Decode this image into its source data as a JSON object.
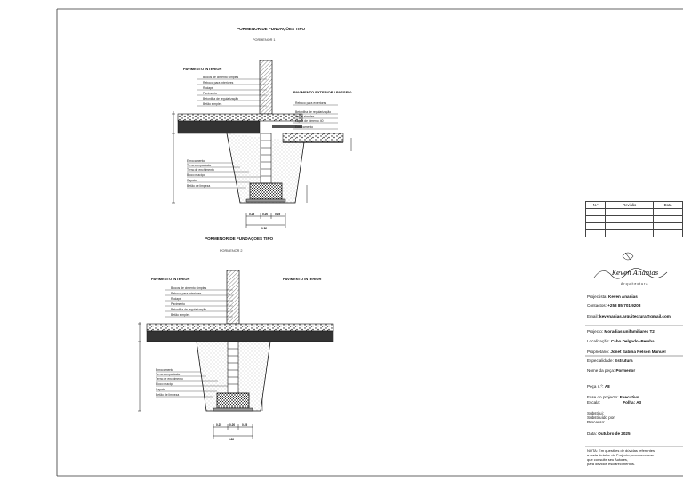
{
  "detail1": {
    "title": "PORMENOR DE FUNDAÇÕES TIPO",
    "subtitle": "PORMENOR 1",
    "left_head": "PAVIMENTO INTERIOR",
    "right_head": "PAVIMENTO EXTERIOR / PASSEIO",
    "left_labels": [
      "Blocos de cimento simples",
      "Reboco para interiores",
      "Rodapé",
      "Pavimento",
      "Betonilha de regularização",
      "Betão simples"
    ],
    "right_labels": [
      "Reboco para exteriores",
      "Betonilha de regularização",
      "Betão simples",
      "Lajeta de cimento 40",
      "Enrocamento"
    ],
    "low_labels": [
      "Enrocamento",
      "Terra compactada",
      "Terra de enchimento",
      "Bloco maciço",
      "Sapata",
      "Betão de limpeza"
    ],
    "dims_bottom": [
      "0.25",
      "0.20",
      "0.25"
    ],
    "dim_total": "0.80"
  },
  "detail2": {
    "title": "PORMENOR DE FUNDAÇÕES TIPO",
    "subtitle": "PORMENOR 2",
    "left_head": "PAVIMENTO INTERIOR",
    "right_head": "PAVIMENTO INTERIOR",
    "left_labels": [
      "Blocos de cimento simples",
      "Reboco para interiores",
      "Rodapé",
      "Pavimento",
      "Betonilha de regularização",
      "Betão simples"
    ],
    "low_labels": [
      "Enrocamento",
      "Terra compactada",
      "Terra de enchimento",
      "Bloco maciço",
      "Sapata",
      "Betão de limpeza"
    ],
    "dims_bottom": [
      "0.25",
      "0.20",
      "0.25"
    ],
    "dim_total": "0.80"
  },
  "title_block": {
    "rev_headers": [
      "N.º",
      "Revisão",
      "Data"
    ],
    "signature": "Keven Ananias",
    "signature_sub": "Arquitectura",
    "projectist_label": "Projectista:",
    "projectist": "Keven Ananias",
    "contacts_label": "Contactos:",
    "contacts": "+258 85 701 9203",
    "email_label": "Email:",
    "email": "kevenanias.arquitectura@gmail.com",
    "project_label": "Projecto:",
    "project": "Moradias unifamiliares T2",
    "location_label": "Localização:",
    "location": "Cabo Delgado -Pemba",
    "owner_label": "Proprietário:",
    "owner": "Jonet Sabina Nelson Manuel",
    "specialty_label": "Especialidade:",
    "specialty": "Estrutura",
    "piece_name_label": "Nome da peça:",
    "piece_name": "Pormenor",
    "piece_no_label": "Peça n.º:",
    "piece_no": "A8",
    "phase_label": "Fase do projecto:",
    "phase": "Executivo",
    "scale_label": "Escala:",
    "scale": "Folha: A3",
    "replaces": "Substitui:",
    "replaced_by": "Substituído por:",
    "process": "Processo:",
    "date_label": "Data:",
    "date": "Outubro de 2025",
    "note": [
      "NOTA: Em questões de dúvidas referentes",
      "a cada detalhe do Projecto, recomenda-se",
      "que consulte seu Autores,",
      "para devidos esclarecimentos."
    ]
  }
}
